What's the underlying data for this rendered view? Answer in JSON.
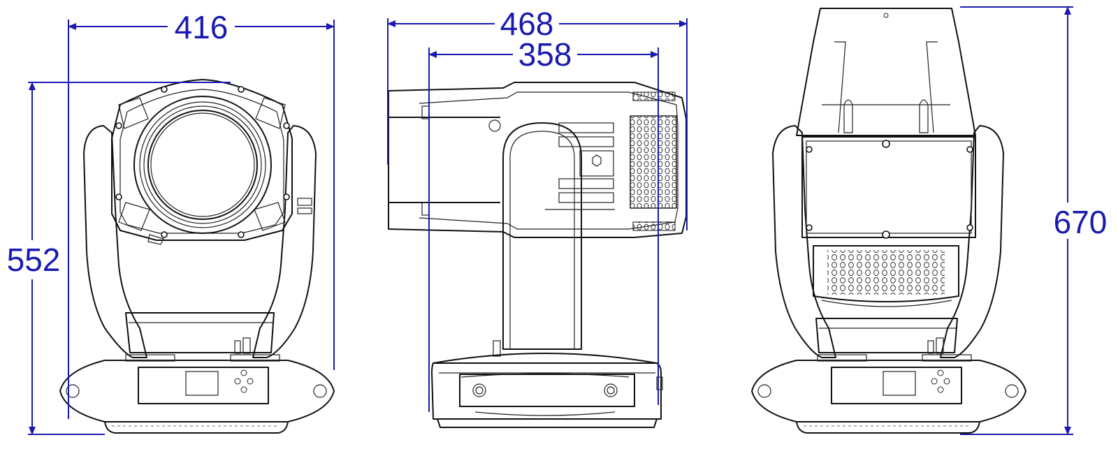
{
  "colors": {
    "dimension": "#1a1ab0",
    "line": "#111111",
    "background": "#ffffff"
  },
  "dimensions": {
    "front_width": "416",
    "front_height": "552",
    "side_overall": "468",
    "side_inner": "358",
    "back_height": "670"
  }
}
